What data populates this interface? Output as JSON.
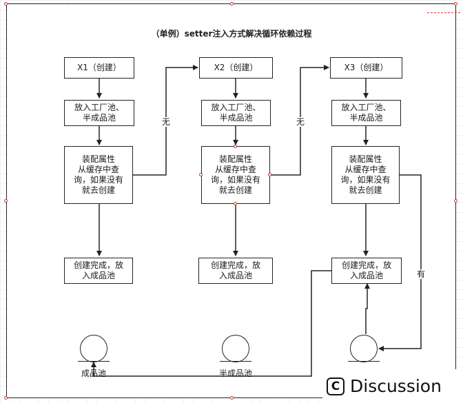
{
  "title": "（单例）setter注入方式解决循环依赖过程",
  "nodes": {
    "x1_create": "X1（创建）",
    "x2_create": "X2（创建）",
    "x3_create": "X3（创建）",
    "put_factory_1": "放入工厂池、\n半成品池",
    "put_factory_2": "放入工厂池、\n半成品池",
    "put_factory_3": "放入工厂池、\n半成品池",
    "assemble_1": "装配属性\n从缓存中查\n询，如果没有\n就去创建",
    "assemble_2": "装配属性\n从缓存中查\n询，如果没有\n就去创建",
    "assemble_3": "装配属性\n从缓存中查\n询，如果没有\n就去创建",
    "done_1": "创建完成，放\n入成品池",
    "done_2": "创建完成，放\n入成品池",
    "done_3": "创建完成，放\n入成品池"
  },
  "edge_labels": {
    "none_1": "无",
    "none_2": "无",
    "has": "有"
  },
  "pools": {
    "finished": "成品池",
    "semi_finished": "半成品池"
  },
  "watermark": {
    "icon_glyph": "C",
    "text": "Discussion"
  }
}
